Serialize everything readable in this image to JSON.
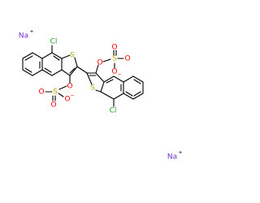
{
  "molecule": {
    "counterions": [
      {
        "symbol": "Na",
        "charge": "+"
      },
      {
        "symbol": "Na",
        "charge": "+"
      }
    ],
    "atoms": {
      "cl_top": "Cl",
      "cl_bottom": "Cl",
      "s_ring_top": "S",
      "s_ring_bottom": "S",
      "o_link_top": "O",
      "o_link_bottom": "O",
      "s_sulfate_top": "S",
      "s_sulfate_bottom": "S",
      "o_sulfate": "O",
      "o_minus": "O",
      "minus": "−"
    },
    "colors": {
      "bond": "#000000",
      "carbon_hetero_text": "#000000",
      "chlorine": "#1fa01f",
      "sulfur": "#b5a800",
      "oxygen": "#ff0000",
      "sodium": "#6f2fd0"
    }
  }
}
